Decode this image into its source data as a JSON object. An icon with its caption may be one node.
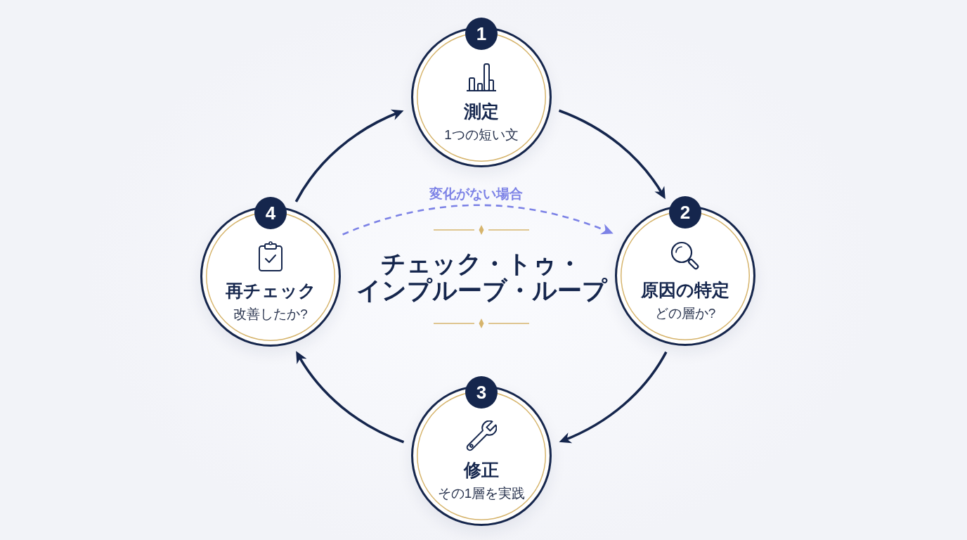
{
  "diagram": {
    "title": "チェック・トゥ・インプルーブ・ループ",
    "nodes": [
      {
        "text": [
          "1",
          "測定",
          "1つの短い文"
        ]
      },
      {
        "text": [
          "2",
          "原因の特定",
          "どの層か?"
        ]
      },
      {
        "text": [
          "3",
          "修正",
          "その1層を実践"
        ]
      },
      {
        "text": [
          "4",
          "再チェック",
          "改善したか?"
        ]
      }
    ],
    "edges": [
      {
        "from": 0,
        "to": 1,
        "arrow": "to"
      },
      {
        "from": 1,
        "to": 2,
        "arrow": "to"
      },
      {
        "from": 2,
        "to": 3,
        "arrow": "to"
      },
      {
        "from": 3,
        "to": 0,
        "arrow": "to"
      },
      {
        "from": 3,
        "to": 1,
        "arrow": "to",
        "label": "変化がない場合",
        "style": "dashed",
        "color": "#7c82e6"
      }
    ]
  }
}
